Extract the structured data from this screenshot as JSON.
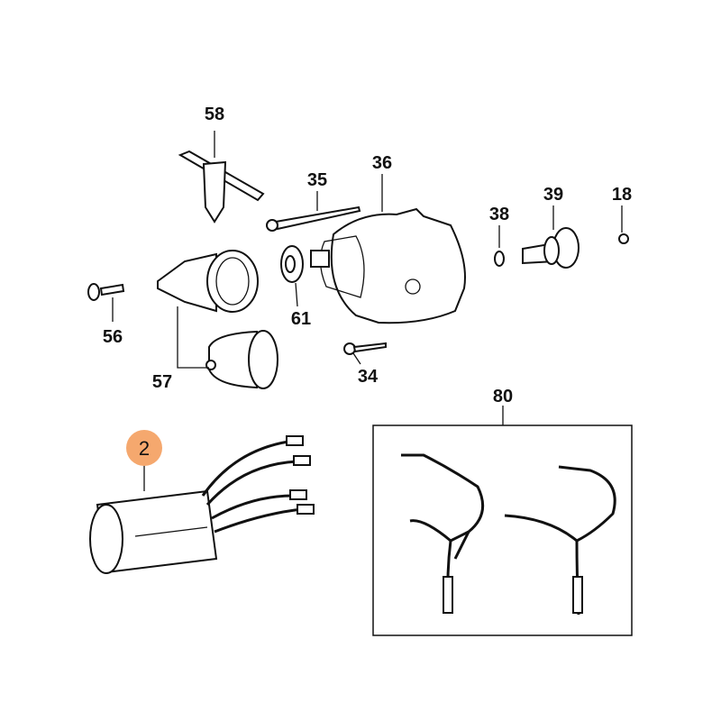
{
  "diagram": {
    "highlight_color": "#F5A86E",
    "parts": [
      {
        "id": "58",
        "label": "58"
      },
      {
        "id": "35",
        "label": "35"
      },
      {
        "id": "36",
        "label": "36"
      },
      {
        "id": "38",
        "label": "38"
      },
      {
        "id": "39",
        "label": "39"
      },
      {
        "id": "18",
        "label": "18"
      },
      {
        "id": "56",
        "label": "56"
      },
      {
        "id": "61",
        "label": "61"
      },
      {
        "id": "57",
        "label": "57"
      },
      {
        "id": "34",
        "label": "34"
      },
      {
        "id": "80",
        "label": "80"
      },
      {
        "id": "2",
        "label": "2",
        "highlighted": true
      }
    ]
  }
}
